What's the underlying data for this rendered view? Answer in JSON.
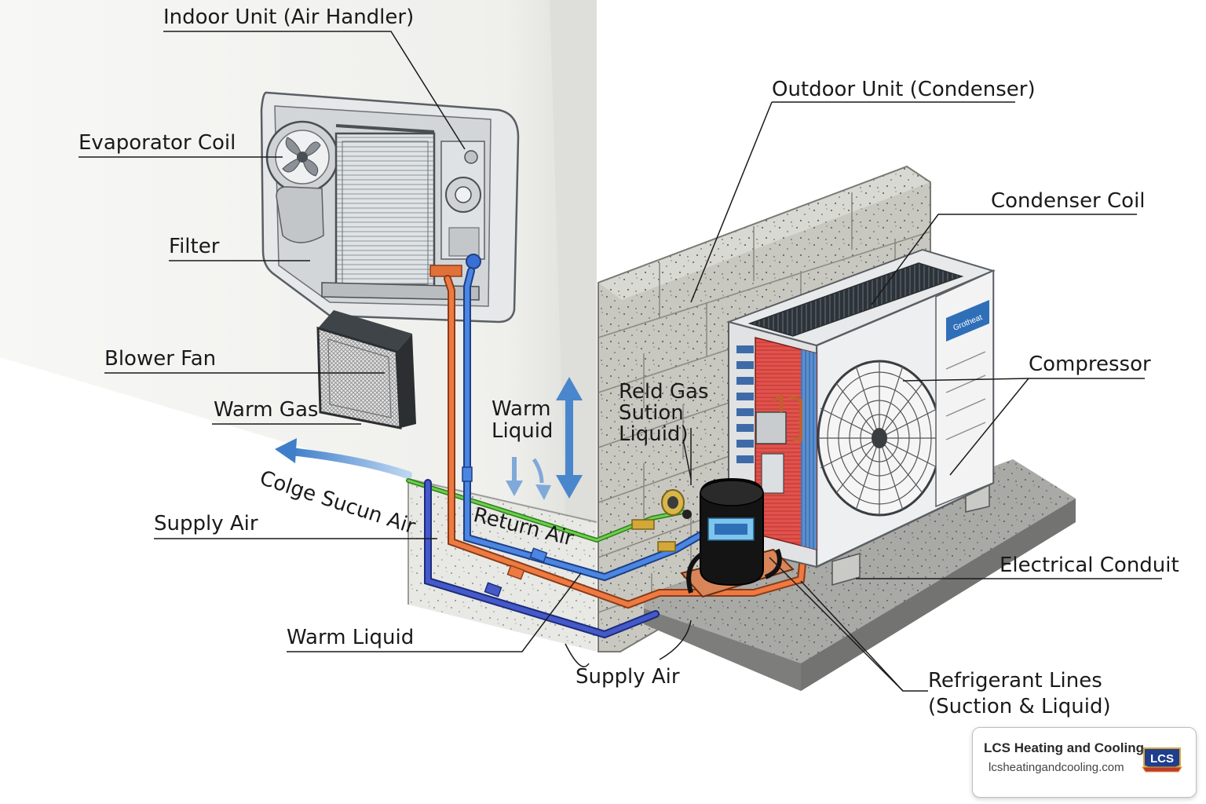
{
  "labels": {
    "indoor_unit": "Indoor Unit (Air Handler)",
    "evaporator_coil": "Evaporator Coil",
    "filter": "Filter",
    "blower_fan": "Blower Fan",
    "warm_gas": "Warm Gas",
    "supply_air_left": "Supply Air",
    "warm_liquid_bottom": "Warm Liquid",
    "supply_air_bottom": "Supply Air",
    "outdoor_unit": "Outdoor Unit (Condenser)",
    "condenser_coil": "Condenser Coil",
    "compressor": "Compressor",
    "electrical_conduit": "Electrical Conduit",
    "refrigerant_lines_1": "Refrigerant Lines",
    "refrigerant_lines_2": "(Suction & Liquid)",
    "warm_liquid_mid_1": "Warm",
    "warm_liquid_mid_2": "Liquid",
    "reld_gas_1": "Reld Gas",
    "reld_gas_2": "Sution",
    "reld_gas_3": "Liquid)",
    "colge_sucun_air": "Colge Sucun Air",
    "return_air": "Return Air"
  },
  "condenser_badge": "Grotheat",
  "brand": {
    "name": "LCS Heating and Cooling",
    "url": "lcsheatingandcooling.com",
    "logo_text": "LCS"
  },
  "colors": {
    "liquid_line": "#3a6fd8",
    "suction_line": "#e2703a",
    "conduit": "#5bbf3c",
    "wall": "#f1f1ef",
    "block": "#bdbdb5",
    "slab": "#8e8e8c"
  }
}
